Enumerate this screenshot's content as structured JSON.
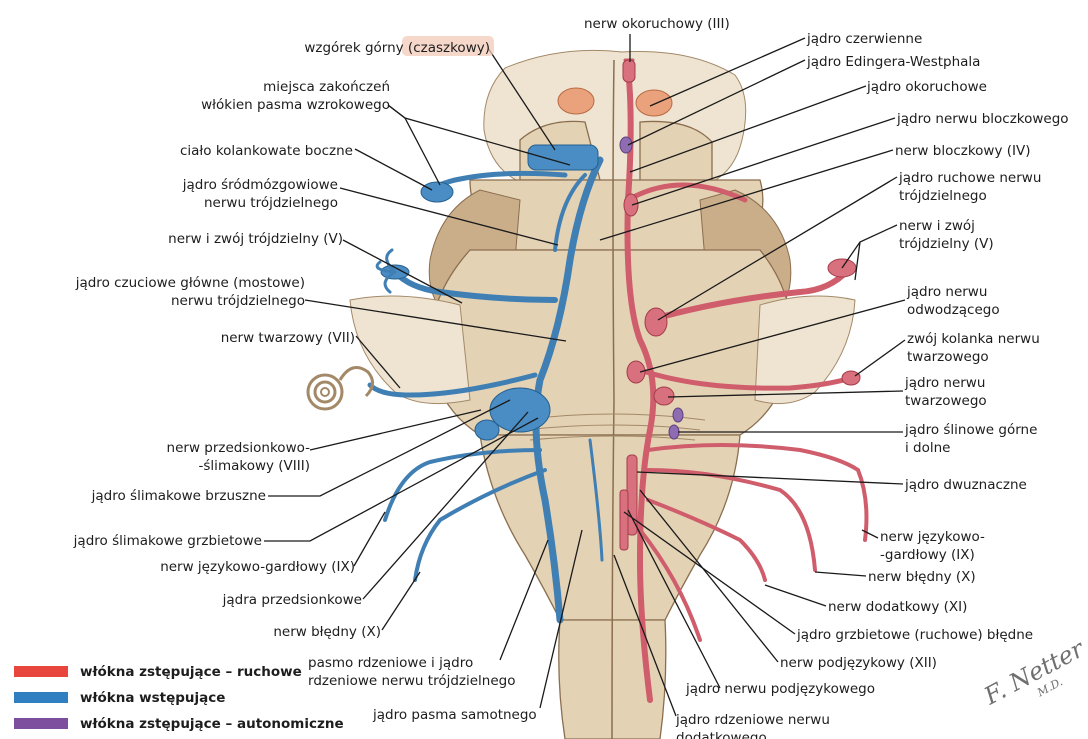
{
  "labels_left": [
    {
      "id": "wzgorek-gorny",
      "lines": [
        "wzgórek górny (czaszkowy)"
      ]
    },
    {
      "id": "miejsca-zakonczen",
      "lines": [
        "miejsca zakończeń",
        "włókien pasma wzrokowego"
      ]
    },
    {
      "id": "cialo-kolankowate",
      "lines": [
        "ciało kolankowate boczne"
      ]
    },
    {
      "id": "jadro-srodmozgowiowe",
      "lines": [
        "jądro śródmózgowiowe",
        "nerwu trójdzielnego"
      ]
    },
    {
      "id": "nerw-zwoj-trojdzielny-l",
      "lines": [
        "nerw i zwój trójdzielny (V)"
      ]
    },
    {
      "id": "jadro-czuciowe",
      "lines": [
        "jądro czuciowe główne (mostowe)",
        "nerwu trójdzielnego"
      ]
    },
    {
      "id": "nerw-twarzowy",
      "lines": [
        "nerw twarzowy (VII)"
      ]
    },
    {
      "id": "nerw-przedsionkowo",
      "lines": [
        "nerw przedsionkowo-",
        "-ślimakowy (VIII)"
      ]
    },
    {
      "id": "jadro-slimakowe-brzuszne",
      "lines": [
        "jądro ślimakowe brzuszne"
      ]
    },
    {
      "id": "jadro-slimakowe-grzbietowe",
      "lines": [
        "jądro ślimakowe grzbietowe"
      ]
    },
    {
      "id": "nerw-jezykowo-l",
      "lines": [
        "nerw językowo-gardłowy (IX)"
      ]
    },
    {
      "id": "jadra-przedsionkowe",
      "lines": [
        "jądra przedsionkowe"
      ]
    },
    {
      "id": "nerw-bledny-l",
      "lines": [
        "nerw błędny (X)"
      ]
    }
  ],
  "labels_bottom": [
    {
      "id": "pasmo-rdzeniowe",
      "lines": [
        "pasmo rdzeniowe i jądro",
        "rdzeniowe nerwu trójdzielnego"
      ]
    },
    {
      "id": "jadro-pasma-samotnego",
      "lines": [
        "jądro pasma samotnego"
      ]
    },
    {
      "id": "jadro-rdzeniowe-dodatkowego",
      "lines": [
        "jądro rdzeniowe nerwu",
        "dodatkowego"
      ]
    },
    {
      "id": "jadro-nerwu-podjezykowego",
      "lines": [
        "jądro nerwu podjęzykowego"
      ]
    }
  ],
  "labels_right": [
    {
      "id": "nerw-okoruchowy",
      "lines": [
        "nerw okoruchowy (III)"
      ]
    },
    {
      "id": "jadro-czerwienne",
      "lines": [
        "jądro czerwienne"
      ]
    },
    {
      "id": "jadro-edingera",
      "lines": [
        "jądro Edingera-Westphala"
      ]
    },
    {
      "id": "jadro-okoruchowe",
      "lines": [
        "jądro okoruchowe"
      ]
    },
    {
      "id": "jadro-bloczkowego",
      "lines": [
        "jądro nerwu bloczkowego"
      ]
    },
    {
      "id": "nerw-bloczkowy",
      "lines": [
        "nerw bloczkowy (IV)"
      ]
    },
    {
      "id": "jadro-ruchowe-trojdzielnego",
      "lines": [
        "jądro ruchowe nerwu",
        "trójdzielnego"
      ]
    },
    {
      "id": "nerw-zwoj-trojdzielny-r",
      "lines": [
        "nerw i zwój",
        "trójdzielny (V)"
      ]
    },
    {
      "id": "jadro-odwodzacego",
      "lines": [
        "jądro nerwu",
        "odwodzącego"
      ]
    },
    {
      "id": "zwoj-kolanka",
      "lines": [
        "zwój kolanka nerwu",
        "twarzowego"
      ]
    },
    {
      "id": "jadro-twarzowego",
      "lines": [
        "jądro nerwu",
        "twarzowego"
      ]
    },
    {
      "id": "jadro-slinowe",
      "lines": [
        "jądro ślinowe górne",
        "i dolne"
      ]
    },
    {
      "id": "jadro-dwuznaczne",
      "lines": [
        "jądro dwuznaczne"
      ]
    },
    {
      "id": "nerw-jezykowo-r",
      "lines": [
        "nerw językowo-",
        "-gardłowy (IX)"
      ]
    },
    {
      "id": "nerw-bledny-r",
      "lines": [
        "nerw błędny (X)"
      ]
    },
    {
      "id": "nerw-dodatkowy",
      "lines": [
        "nerw dodatkowy (XI)"
      ]
    },
    {
      "id": "jadro-grzbietowe-bledne",
      "lines": [
        "jądro grzbietowe (ruchowe) błędne"
      ]
    },
    {
      "id": "nerw-podjezykowy",
      "lines": [
        "nerw podjęzykowy (XII)"
      ]
    }
  ],
  "legend": [
    {
      "id": "legend-motor",
      "label": "włókna zstępujące – ruchowe",
      "color": "#e8463d"
    },
    {
      "id": "legend-sensory",
      "label": "włókna wstępujące",
      "color": "#2f7fc1"
    },
    {
      "id": "legend-autonomic",
      "label": "włókna zstępujące – autonomiczne",
      "color": "#7d4e9e"
    }
  ],
  "signature": {
    "name": "F. Netter",
    "suffix": "M.D."
  }
}
